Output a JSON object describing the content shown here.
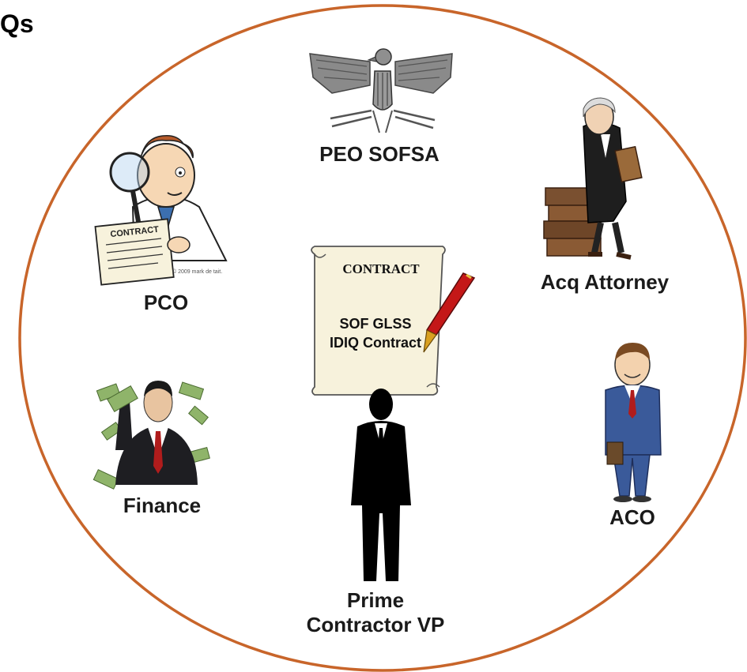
{
  "page": {
    "title_fragment": "Qs"
  },
  "roles": {
    "peo": "PEO SOFSA",
    "pco": "PCO",
    "acq_attorney": "Acq Attorney",
    "finance": "Finance",
    "aco": "ACO",
    "prime_line1": "Prime",
    "prime_line2": "Contractor VP"
  },
  "contract": {
    "heading": "CONTRACT",
    "line1": "SOF GLSS",
    "line2": "IDIQ Contract"
  },
  "pco_clip": {
    "paper_heading": "CONTRACT",
    "credit": "© 2009 mark de tait."
  },
  "colors": {
    "circle": "#c8652a",
    "tie": "#b01c1c",
    "money": "#8fb46a",
    "paper": "#f7f2dc"
  },
  "icons": [
    "eagle-insignia-icon",
    "inspector-with-magnifier-icon",
    "attorney-with-books-icon",
    "contract-scroll-icon",
    "pen-icon",
    "businessman-with-money-icon",
    "businessman-icon",
    "executive-silhouette-icon"
  ]
}
